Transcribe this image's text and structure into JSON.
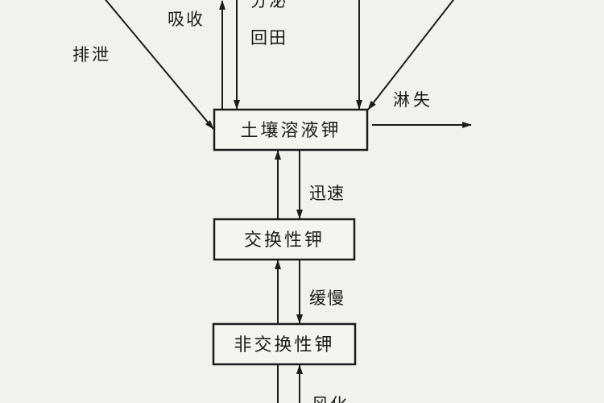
{
  "nodes": {
    "solution": "土壤溶液钾",
    "exchangeable": "交换性钾",
    "non_exchangeable": "非交换性钾"
  },
  "labels": {
    "excretion": "排泄",
    "absorption": "吸收",
    "secretion": "分泌",
    "return_field": "回田",
    "leaching": "淋失",
    "fast": "迅速",
    "slow": "缓慢",
    "weathering": "风化"
  },
  "colors": {
    "ink": "#1c1c1c",
    "background": "#f3f1ec"
  }
}
